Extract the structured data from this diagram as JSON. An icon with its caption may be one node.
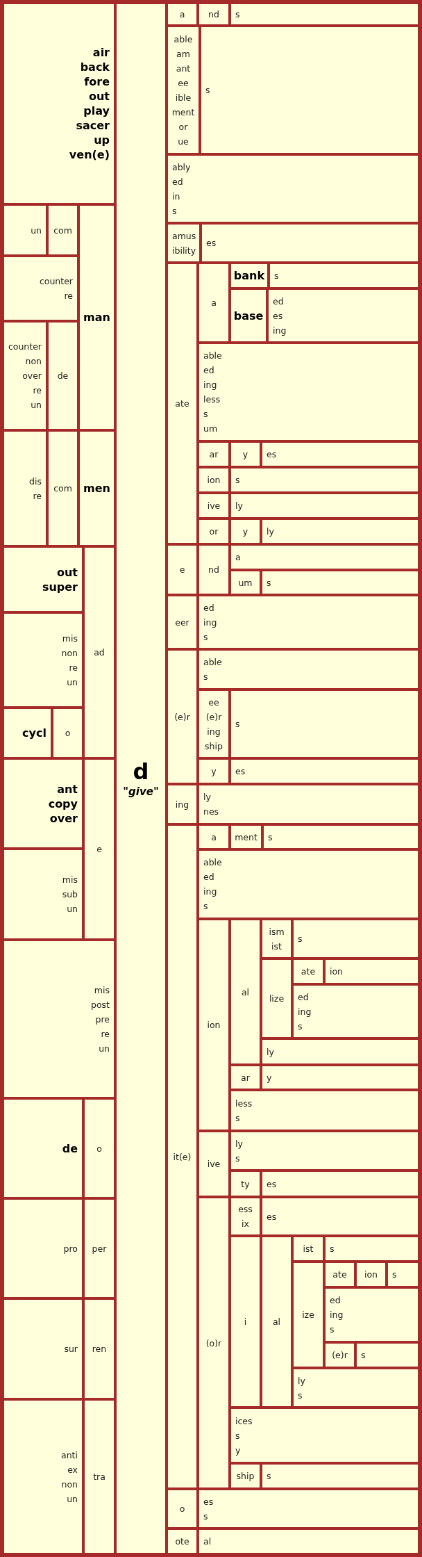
{
  "diagram": {
    "nodes": [
      {
        "text": [
          "air",
          "back",
          "fore",
          "out",
          "play",
          "sacer",
          "up",
          "ven(e)"
        ]
      },
      {
        "text": [
          "un"
        ]
      },
      {
        "text": [
          "com"
        ]
      },
      {
        "text": [
          "man"
        ]
      },
      {
        "text": [
          "counter",
          "re"
        ]
      },
      {
        "text": [
          "counter",
          "non",
          "over",
          "re",
          "un"
        ]
      },
      {
        "text": [
          "de"
        ]
      },
      {
        "text": [
          "dis",
          "re"
        ]
      },
      {
        "text": [
          "com"
        ]
      },
      {
        "text": [
          "men"
        ]
      },
      {
        "text": [
          "out",
          "super"
        ]
      },
      {
        "text": [
          "ad"
        ]
      },
      {
        "text": [
          "mis",
          "non",
          "re",
          "un"
        ]
      },
      {
        "text": [
          "cycl"
        ]
      },
      {
        "text": [
          "o"
        ]
      },
      {
        "text": [
          "ant",
          "copy",
          "over"
        ]
      },
      {
        "text": [
          "e"
        ]
      },
      {
        "text": [
          "mis",
          "sub",
          "un"
        ]
      },
      {
        "text": [
          "mis",
          "post",
          "pre",
          "re",
          "un"
        ]
      },
      {
        "text": [
          "de"
        ]
      },
      {
        "text": [
          "o"
        ]
      },
      {
        "text": [
          "pro"
        ]
      },
      {
        "text": [
          "per"
        ]
      },
      {
        "text": [
          "sur"
        ]
      },
      {
        "text": [
          "ren"
        ]
      },
      {
        "text": [
          "anti",
          "ex",
          "non",
          "un"
        ]
      },
      {
        "text": [
          "tra"
        ]
      },
      {
        "text": [
          "d",
          "\"give\""
        ]
      },
      {
        "text": [
          "a"
        ]
      },
      {
        "text": [
          "nd"
        ]
      },
      {
        "text": [
          "s"
        ]
      },
      {
        "text": [
          "able",
          "am",
          "ant",
          "ee",
          "ible",
          "ment",
          "or",
          "ue"
        ]
      },
      {
        "text": [
          "s"
        ]
      },
      {
        "text": [
          "ably",
          "ed",
          "in",
          "s"
        ]
      },
      {
        "text": [
          "amus",
          "ibility"
        ]
      },
      {
        "text": [
          "es"
        ]
      },
      {
        "text": [
          "ate"
        ]
      },
      {
        "text": [
          "a"
        ]
      },
      {
        "text": [
          "bank"
        ]
      },
      {
        "text": [
          "s"
        ]
      },
      {
        "text": [
          "base"
        ]
      },
      {
        "text": [
          "ed",
          "es",
          "ing"
        ]
      },
      {
        "text": [
          "able",
          "ed",
          "ing",
          "less",
          "s",
          "um"
        ]
      },
      {
        "text": [
          "ar"
        ]
      },
      {
        "text": [
          "y"
        ]
      },
      {
        "text": [
          "es"
        ]
      },
      {
        "text": [
          "ion"
        ]
      },
      {
        "text": [
          "s"
        ]
      },
      {
        "text": [
          "ive"
        ]
      },
      {
        "text": [
          "ly"
        ]
      },
      {
        "text": [
          "or"
        ]
      },
      {
        "text": [
          "y"
        ]
      },
      {
        "text": [
          "ly"
        ]
      },
      {
        "text": [
          "e"
        ]
      },
      {
        "text": [
          "nd"
        ]
      },
      {
        "text": [
          "a"
        ]
      },
      {
        "text": [
          "um"
        ]
      },
      {
        "text": [
          "s"
        ]
      },
      {
        "text": [
          "eer"
        ]
      },
      {
        "text": [
          "ed",
          "ing",
          "s"
        ]
      },
      {
        "text": [
          "(e)r"
        ]
      },
      {
        "text": [
          "able",
          "s"
        ]
      },
      {
        "text": [
          "ee",
          "(e)r",
          "ing",
          "ship"
        ]
      },
      {
        "text": [
          "s"
        ]
      },
      {
        "text": [
          "y"
        ]
      },
      {
        "text": [
          "es"
        ]
      },
      {
        "text": [
          "ing"
        ]
      },
      {
        "text": [
          "ly",
          "nes"
        ]
      },
      {
        "text": [
          "it(e)"
        ]
      },
      {
        "text": [
          "a"
        ]
      },
      {
        "text": [
          "ment"
        ]
      },
      {
        "text": [
          "s"
        ]
      },
      {
        "text": [
          "able",
          "ed",
          "ing",
          "s"
        ]
      },
      {
        "text": [
          "ion"
        ]
      },
      {
        "text": [
          "al"
        ]
      },
      {
        "text": [
          "ism",
          "ist"
        ]
      },
      {
        "text": [
          "s"
        ]
      },
      {
        "text": [
          "lize"
        ]
      },
      {
        "text": [
          "ate"
        ]
      },
      {
        "text": [
          "ion"
        ]
      },
      {
        "text": [
          "ed",
          "ing",
          "s"
        ]
      },
      {
        "text": [
          "ly"
        ]
      },
      {
        "text": [
          "ar"
        ]
      },
      {
        "text": [
          "y"
        ]
      },
      {
        "text": [
          "less",
          "s"
        ]
      },
      {
        "text": [
          "ive"
        ]
      },
      {
        "text": [
          "ly",
          "s"
        ]
      },
      {
        "text": [
          "ty"
        ]
      },
      {
        "text": [
          "es"
        ]
      },
      {
        "text": [
          "(o)r"
        ]
      },
      {
        "text": [
          "ess",
          "ix"
        ]
      },
      {
        "text": [
          "es"
        ]
      },
      {
        "text": [
          "i"
        ]
      },
      {
        "text": [
          "al"
        ]
      },
      {
        "text": [
          "ist"
        ]
      },
      {
        "text": [
          "s"
        ]
      },
      {
        "text": [
          "ize"
        ]
      },
      {
        "text": [
          "ate"
        ]
      },
      {
        "text": [
          "ion"
        ]
      },
      {
        "text": [
          "s"
        ]
      },
      {
        "text": [
          "ed",
          "ing",
          "s"
        ]
      },
      {
        "text": [
          "(e)r"
        ]
      },
      {
        "text": [
          "s"
        ]
      },
      {
        "text": [
          "ly",
          "s"
        ]
      },
      {
        "text": [
          "ices",
          "s",
          "y"
        ]
      },
      {
        "text": [
          "ship"
        ]
      },
      {
        "text": [
          "s"
        ]
      },
      {
        "text": [
          "o"
        ]
      },
      {
        "text": [
          "es",
          "s"
        ]
      },
      {
        "text": [
          "ote"
        ]
      },
      {
        "text": [
          "al"
        ]
      }
    ]
  }
}
